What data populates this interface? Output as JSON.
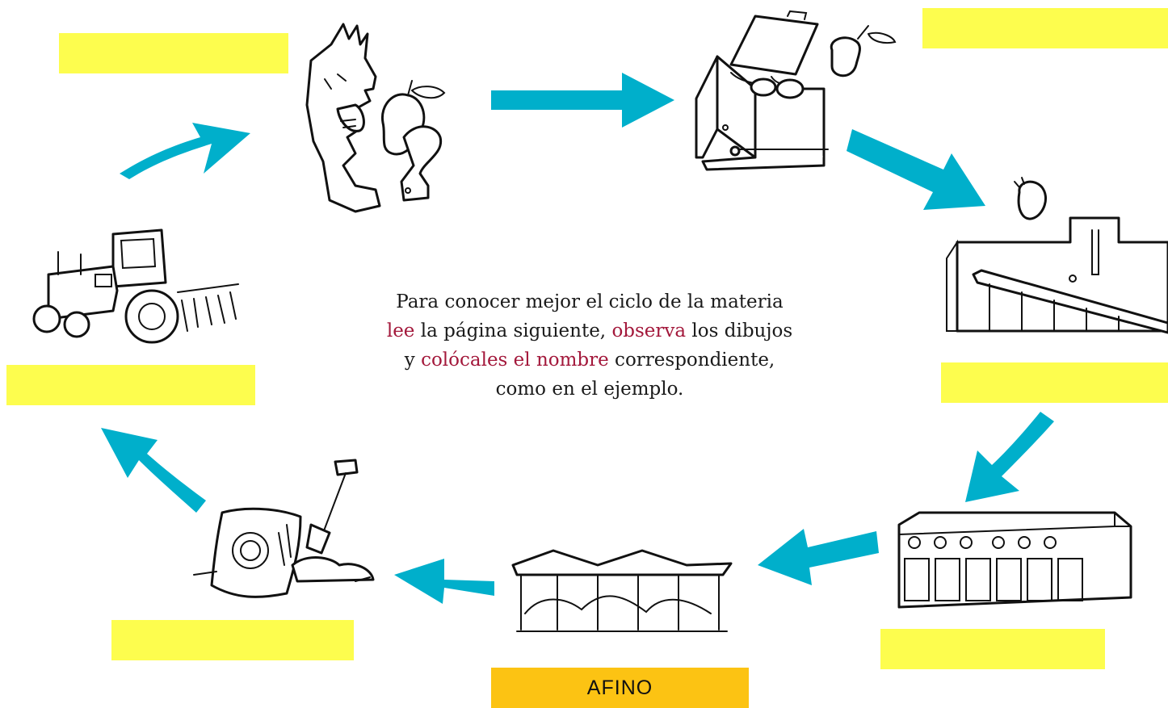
{
  "colors": {
    "blank_label": "#fdfd4e",
    "filled_label": "#fcc313",
    "arrow": "#00afcb",
    "highlight": "#a3183b"
  },
  "instructions": {
    "line1": "Para conocer mejor el ciclo de la materia",
    "line2_hl1": "lee",
    "line2_mid": " la página siguiente, ",
    "line2_hl2": "observa",
    "line2_end": " los dibujos",
    "line3_start": "y ",
    "line3_hl": "colócales el nombre",
    "line3_end": " correspondiente,",
    "line4": "como en el ejemplo."
  },
  "stages": [
    {
      "id": "consumption",
      "illustration": "person-eating-pear",
      "label": ""
    },
    {
      "id": "collection",
      "illustration": "waste-container",
      "label": ""
    },
    {
      "id": "treatment-plant",
      "illustration": "conveyor-plant",
      "label": ""
    },
    {
      "id": "fermentation",
      "illustration": "composting-tunnels",
      "label": ""
    },
    {
      "id": "refining",
      "illustration": "covered-compost-piles",
      "label": "AFINO"
    },
    {
      "id": "bagging",
      "illustration": "compost-bag-shovel",
      "label": ""
    },
    {
      "id": "agriculture",
      "illustration": "tractor",
      "label": ""
    }
  ]
}
